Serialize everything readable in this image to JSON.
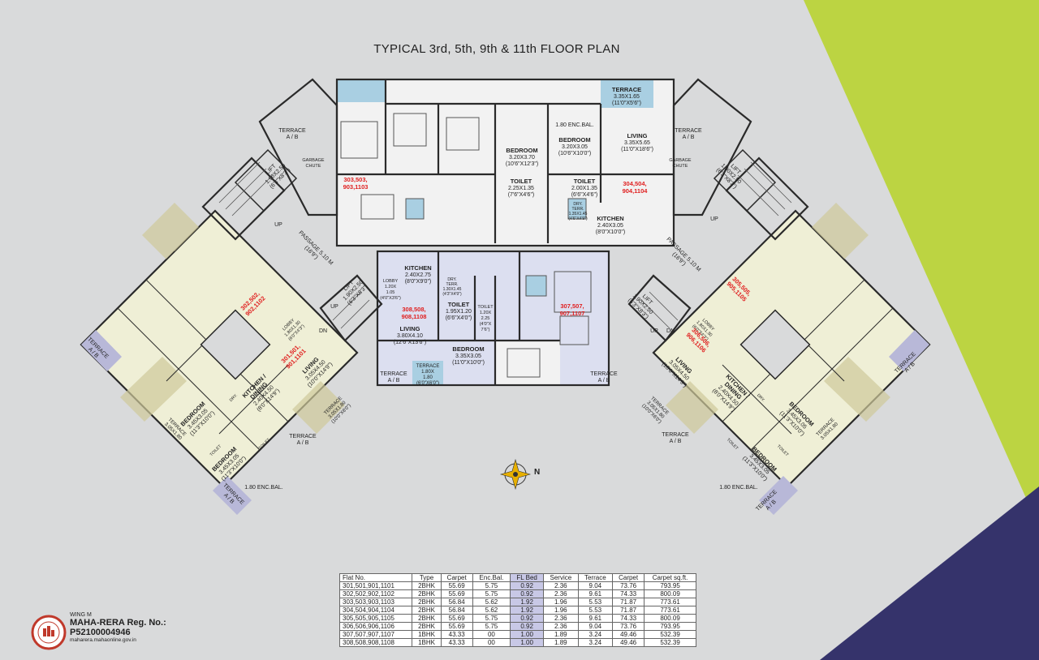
{
  "title": "TYPICAL 3rd, 5th, 9th & 11th FLOOR PLAN",
  "colors": {
    "background": "#d9dadb",
    "accent_green": "#bcd442",
    "accent_navy": "#35336b",
    "flat_cream": "#efefd6",
    "flat_lavender": "#dcdff0",
    "flat_white": "#f2f2f2",
    "balcony_blue": "#a9cfe2",
    "terrace_olive": "#cfc99a",
    "flat_number_red": "#e02020",
    "highlight_column": "#c8c8e6"
  },
  "rooms": {
    "terrace_top_right": "TERRACE",
    "terrace_top_right_size": "3.35X1.65",
    "terrace_top_right_feet": "(11'0\"X5'6\")",
    "enc_bal_top": "1.80 ENC.BAL.",
    "bedroom_top_a": "BEDROOM",
    "bedroom_top_a_size": "3.20X3.70",
    "bedroom_top_a_feet": "(10'6\"X12'3\")",
    "bedroom_top_b": "BEDROOM",
    "bedroom_top_b_size": "3.20X3.05",
    "bedroom_top_b_feet": "(10'6\"X10'0\")",
    "living_top": "LIVING",
    "living_top_size": "3.35X5.65",
    "living_top_feet": "(11'0\"X18'6\")",
    "toilet_top_a": "TOILET",
    "toilet_top_a_size": "2.25X1.35",
    "toilet_top_a_feet": "(7'6\"X4'6\")",
    "toilet_top_b": "TOILET",
    "toilet_top_b_size": "2.00X1.35",
    "toilet_top_b_feet": "(6'6\"X4'6\")",
    "dry_terr_top": "DRY.",
    "dry_terr_top2": "TERR.",
    "dry_terr_top_size": "1.35X1.45",
    "dry_terr_top_feet": "(4'6\"X4'9\")",
    "kitchen_top": "KITCHEN",
    "kitchen_top_size": "2.40X3.05",
    "kitchen_top_feet": "(8'0\"X10'0\")",
    "kitchen_mid": "KITCHEN",
    "kitchen_mid_size": "2.40X2.75",
    "kitchen_mid_feet": "(8'0\"X9'0\")",
    "lobby_mid": "LOBBY",
    "lobby_mid_size_a": "1.20X",
    "lobby_mid_size_b": "1.05",
    "lobby_mid_feet": "(4'0\"X3'6\")",
    "dry_terr_mid": "DRY.",
    "dry_terr_mid2": "TERR.",
    "dry_terr_mid_size": "1.30X1.45",
    "dry_terr_mid_feet": "(4'3\"X4'9\")",
    "toilet_mid_a": "TOILET",
    "toilet_mid_a_size": "1.95X1.20",
    "toilet_mid_a_feet": "(6'6\"X4'0\")",
    "toilet_mid_b": "TOILET",
    "toilet_mid_b_size_a": "1.20X",
    "toilet_mid_b_size_b": "2.25",
    "toilet_mid_b_feet_a": "(4'0\"X",
    "toilet_mid_b_feet_b": "7'6\")",
    "living_mid": "LIVING",
    "living_mid_size": "3.80X4.10",
    "living_mid_feet": "(12'6\"X13'6\")",
    "bedroom_mid": "BEDROOM",
    "bedroom_mid_size": "3.35X3.05",
    "bedroom_mid_feet": "(11'0\"X10'0\")",
    "terrace_mid": "TERRACE",
    "terrace_mid_size_a": "1.80X",
    "terrace_mid_size_b": "1.80",
    "terrace_mid_feet": "(6'0\"X6'0\")",
    "terrace_ab": "TERRACE",
    "ab": "A / B",
    "lift": "LIFT",
    "lift_size": "1.90X2.50",
    "lift_feet": "(6'3\"X8'3\")",
    "garbage": "GARBAGE",
    "chute": "CHUTE",
    "up": "UP",
    "dn": "DN",
    "passage": "PASSAGE 5.10 M",
    "passage_feet": "(16'9\")",
    "lobby_side": "LOBBY",
    "lobby_side_size": "1.80X1.30",
    "lobby_side_feet": "(6'0\"X4'3\")",
    "living_side": "LIVING",
    "living_side_size": "3.05X4.50",
    "living_side_feet": "(10'0\"X14'9\")",
    "kitchen_side": "KITCHEN /",
    "kitchen_side2": "DINING",
    "kitchen_side_size": "2.40X4.50",
    "kitchen_side_feet": "(8'0\"X14'9\")",
    "bedroom_side": "BEDROOM",
    "bedroom_side_size": "3.45X3.05",
    "bedroom_side_feet": "(11'3\"X10'0\")",
    "enc_bal_side": "1.80 ENC.BAL.",
    "toilet_side": "TOILET",
    "terrace_side_size": "3.05X1.80",
    "terrace_side_feet": "(10'0\"X6'0\")",
    "dry_side": "DRY."
  },
  "flat_numbers": {
    "a": "303,503,",
    "a2": "903,1103",
    "b": "304,504,",
    "b2": "904,1104",
    "c": "308,508,",
    "c2": "908,1108",
    "d": "307,507,",
    "d2": "907,1107",
    "e": "302,502,",
    "e2": "902,1102",
    "f": "301,501,",
    "f2": "901,1101",
    "g": "305,505,",
    "g2": "905,1105",
    "h": "306,506,",
    "h2": "906,1106"
  },
  "compass": {
    "label": "N"
  },
  "table": {
    "headers": [
      "Flat No.",
      "Type",
      "Carpet",
      "Enc.Bal.",
      "FL Bed",
      "Service",
      "Terrace",
      "Carpet",
      "Carpet sq.ft."
    ],
    "rows": [
      [
        "301,501,901,1101",
        "2BHK",
        "55.69",
        "5.75",
        "0.92",
        "2.36",
        "9.04",
        "73.76",
        "793.95"
      ],
      [
        "302,502,902,1102",
        "2BHK",
        "55.69",
        "5.75",
        "0.92",
        "2.36",
        "9.61",
        "74.33",
        "800.09"
      ],
      [
        "303,503,903,1103",
        "2BHK",
        "56.84",
        "5.62",
        "1.92",
        "1.96",
        "5.53",
        "71.87",
        "773.61"
      ],
      [
        "304,504,904,1104",
        "2BHK",
        "56.84",
        "5.62",
        "1.92",
        "1.96",
        "5.53",
        "71.87",
        "773.61"
      ],
      [
        "305,505,905,1105",
        "2BHK",
        "55.69",
        "5.75",
        "0.92",
        "2.36",
        "9.61",
        "74.33",
        "800.09"
      ],
      [
        "306,506,906,1106",
        "2BHK",
        "55.69",
        "5.75",
        "0.92",
        "2.36",
        "9.04",
        "73.76",
        "793.95"
      ],
      [
        "307,507,907,1107",
        "1BHK",
        "43.33",
        "00",
        "1.00",
        "1.89",
        "3.24",
        "49.46",
        "532.39"
      ],
      [
        "308,508,908,1108",
        "1BHK",
        "43.33",
        "00",
        "1.00",
        "1.89",
        "3.24",
        "49.46",
        "532.39"
      ]
    ]
  },
  "rera": {
    "wing": "WING M",
    "reg_label": "MAHA-RERA Reg. No.:",
    "reg_number": "P52100004946",
    "site": "maharera.mahaonline.gov.in"
  }
}
